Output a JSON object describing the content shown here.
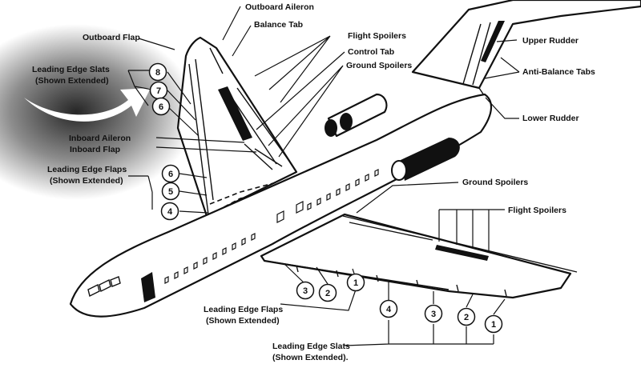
{
  "labels": {
    "outboard_aileron": "Outboard Aileron",
    "balance_tab": "Balance Tab",
    "outboard_flap": "Outboard Flap",
    "flight_spoilers_top": "Flight Spoilers",
    "control_tab": "Control Tab",
    "ground_spoilers_top": "Ground Spoilers",
    "upper_rudder": "Upper Rudder",
    "anti_balance_tabs": "Anti-Balance Tabs",
    "lower_rudder": "Lower Rudder",
    "le_slats_left_1": "Leading Edge Slats",
    "le_slats_left_2": "(Shown Extended)",
    "inboard_aileron": "Inboard Aileron",
    "inboard_flap": "Inboard Flap",
    "le_flaps_left_1": "Leading Edge Flaps",
    "le_flaps_left_2": "(Shown Extended)",
    "ground_spoilers_right": "Ground Spoilers",
    "flight_spoilers_right": "Flight Spoilers",
    "le_flaps_bottom_1": "Leading Edge Flaps",
    "le_flaps_bottom_2": "(Shown Extended)",
    "le_slats_bottom_1": "Leading Edge Slats",
    "le_slats_bottom_2": "(Shown Extended)."
  },
  "callouts": {
    "left_slat_8": "8",
    "left_slat_7": "7",
    "left_slat_6": "6",
    "left_flap_6": "6",
    "left_flap_5": "5",
    "left_flap_4": "4",
    "bottom_flap_3": "3",
    "bottom_flap_2": "2",
    "bottom_flap_1": "1",
    "bottom_slat_4": "4",
    "bottom_slat_3": "3",
    "bottom_slat_2": "2",
    "bottom_slat_1": "1"
  }
}
